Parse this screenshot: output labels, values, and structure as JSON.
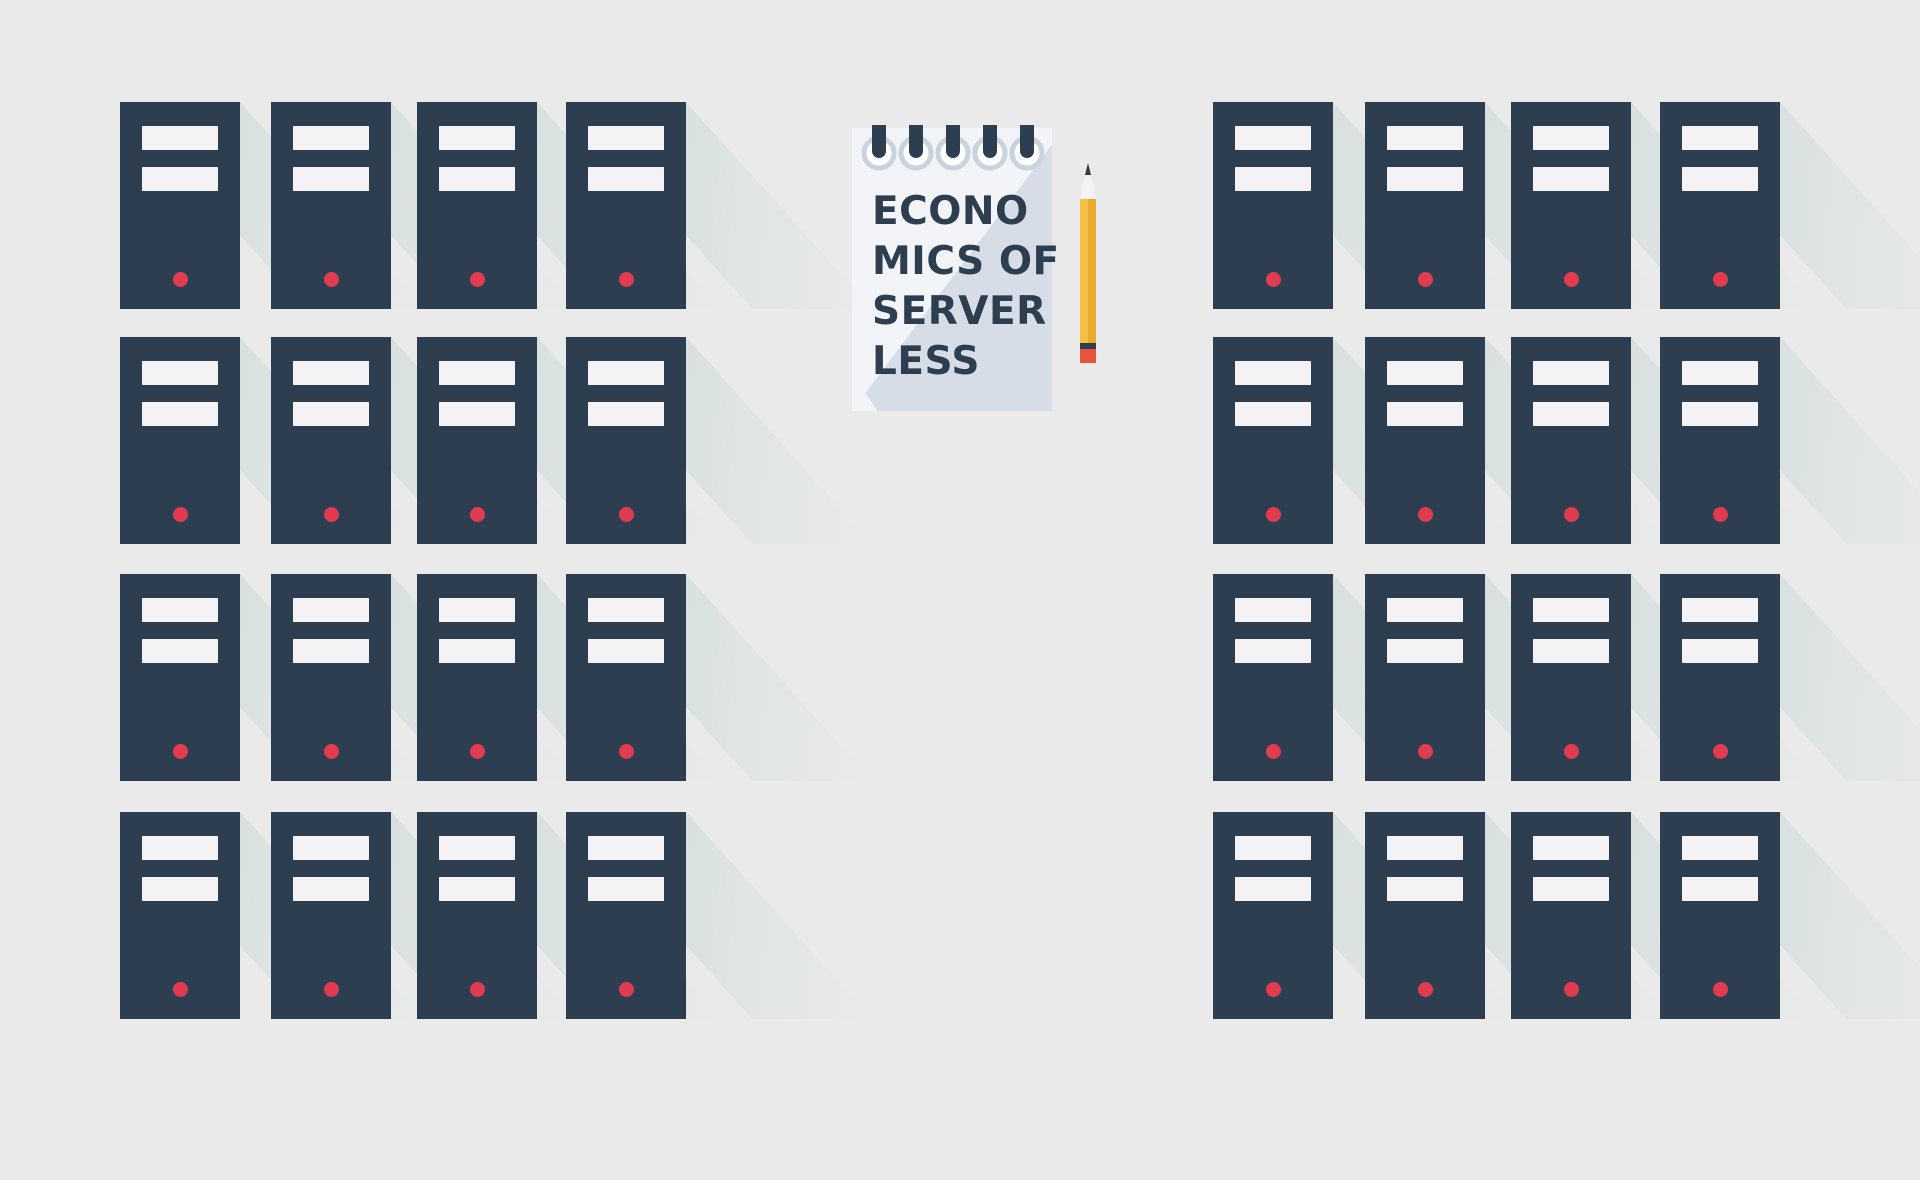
{
  "artwork": {
    "notepad_title_lines": [
      "ECONO",
      "MICS OF",
      "SERVER",
      "LESS"
    ],
    "icons": [
      "server-icon",
      "notepad-icon",
      "pencil-icon"
    ],
    "colors": {
      "background": "#eaeaea",
      "server_body": "#2d3e50",
      "server_bay": "#f4f2f4",
      "server_led": "#e03b4f",
      "notepad_paper": "#d9e0e8",
      "pencil_body": "#f5c046",
      "pencil_eraser": "#e8543f"
    }
  }
}
